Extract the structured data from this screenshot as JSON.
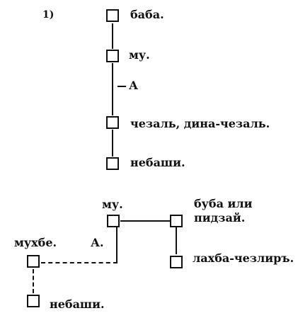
{
  "figure_number": "1)",
  "top_diagram": {
    "nodes": [
      {
        "label": "баба."
      },
      {
        "label": "му."
      },
      {
        "label": "чезаль, дина-чезаль."
      },
      {
        "label": "небаши."
      }
    ],
    "branch_label": "А"
  },
  "bottom_diagram": {
    "nodes": {
      "mu": {
        "label": "му."
      },
      "buba": {
        "label_line1": "буба или",
        "label_line2": "пидзай."
      },
      "lakhba": {
        "label": "лахба-чезлиръ."
      },
      "mukhbe": {
        "label": "мухбе."
      },
      "nebashi": {
        "label": "небаши."
      }
    },
    "branch_label": "А."
  }
}
